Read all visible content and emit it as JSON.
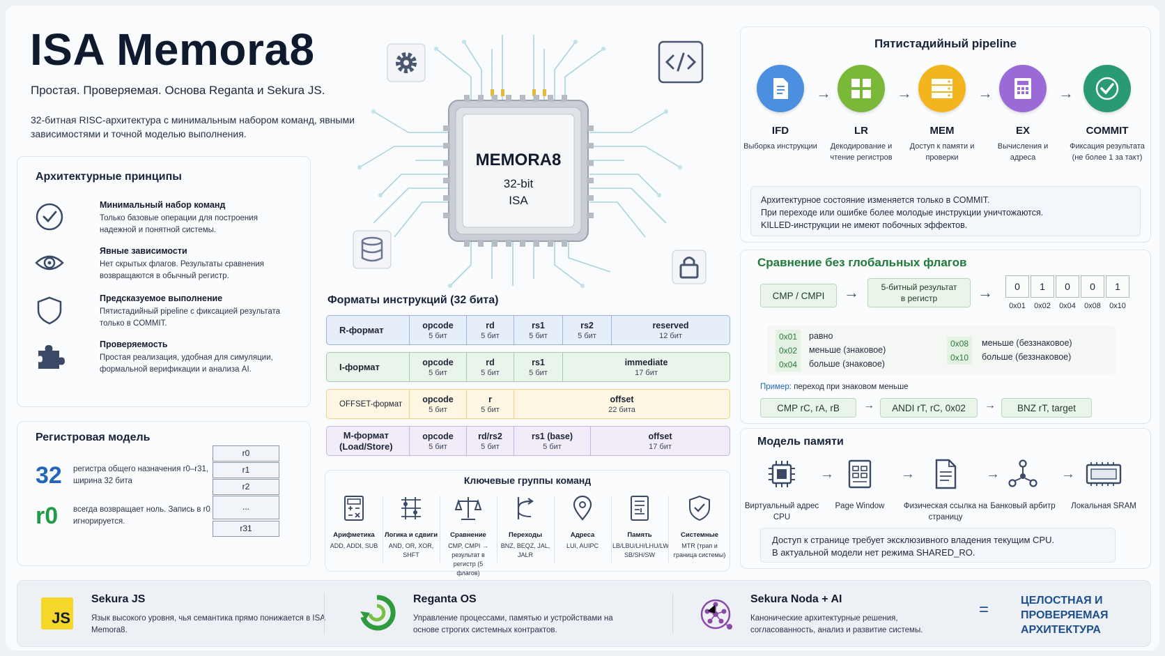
{
  "title": "ISA Memora8",
  "subtitle": "Простая. Проверяемая. Основа Reganta и Sekura JS.",
  "description": "32-битная RISC-архитектура с минимальным набором команд, явными зависимостями и точной моделью выполнения.",
  "principles": {
    "heading": "Архитектурные принципы",
    "items": [
      {
        "icon": "check-circle-icon",
        "title": "Минимальный набор команд",
        "desc": "Только базовые операции для построения надежной и понятной системы."
      },
      {
        "icon": "eye-icon",
        "title": "Явные зависимости",
        "desc": "Нет скрытых флагов. Результаты сравнения возвращаются в обычный регистр."
      },
      {
        "icon": "shield-icon",
        "title": "Предсказуемое выполнение",
        "desc": "Пятистадийный pipeline с фиксацией результата только в COMMIT."
      },
      {
        "icon": "puzzle-icon",
        "title": "Проверяемость",
        "desc": "Простая реализация, удобная для симуляции, формальной верификации и анализа AI."
      }
    ]
  },
  "registers": {
    "heading": "Регистровая модель",
    "count": "32",
    "count_desc": "регистра общего назначения r0–r31, ширина 32 бита",
    "zero": "r0",
    "zero_desc": "всегда возвращает ноль. Запись в r0 игнорируется.",
    "cells": [
      "r0",
      "r1",
      "r2",
      "...",
      "r31"
    ]
  },
  "chip": {
    "name": "MEMORA8",
    "line1": "32-bit",
    "line2": "ISA"
  },
  "formats": {
    "heading": "Форматы инструкций (32 бита)",
    "rows": [
      {
        "label": "R-формат",
        "fields": [
          {
            "n": "opcode",
            "b": "5 бит"
          },
          {
            "n": "rd",
            "b": "5 бит"
          },
          {
            "n": "rs1",
            "b": "5 бит"
          },
          {
            "n": "rs2",
            "b": "5 бит"
          },
          {
            "n": "reserved",
            "b": "12 бит"
          }
        ]
      },
      {
        "label": "I-формат",
        "fields": [
          {
            "n": "opcode",
            "b": "5 бит"
          },
          {
            "n": "rd",
            "b": "5 бит"
          },
          {
            "n": "rs1",
            "b": "5 бит"
          },
          {
            "n": "immediate",
            "b": "17 бит"
          }
        ]
      },
      {
        "label": "OFFSET-формат",
        "fields": [
          {
            "n": "opcode",
            "b": "5 бит"
          },
          {
            "n": "r",
            "b": "5 бит"
          },
          {
            "n": "offset",
            "b": "22 бита"
          }
        ]
      },
      {
        "label": "M-формат\n(Load/Store)",
        "fields": [
          {
            "n": "opcode",
            "b": "5 бит"
          },
          {
            "n": "rd/rs2",
            "b": "5 бит"
          },
          {
            "n": "rs1 (base)",
            "b": "5 бит"
          },
          {
            "n": "offset",
            "b": "17 бит"
          }
        ]
      }
    ]
  },
  "groups": {
    "heading": "Ключевые группы команд",
    "items": [
      {
        "icon": "calculator-icon",
        "title": "Арифметика",
        "desc": "ADD, ADDI, SUB"
      },
      {
        "icon": "logic-icon",
        "title": "Логика и сдвиги",
        "desc": "AND, OR, XOR, SHFT"
      },
      {
        "icon": "scales-icon",
        "title": "Сравнение",
        "desc": "CMP, CMPI → результат в регистр (5 флагов)"
      },
      {
        "icon": "branch-icon",
        "title": "Переходы",
        "desc": "BNZ, BEQZ, JAL, JALR"
      },
      {
        "icon": "location-pin-icon",
        "title": "Адреса",
        "desc": "LUI, AUIPC"
      },
      {
        "icon": "memory-chip-icon",
        "title": "Память",
        "desc": "LB/LBU/LH/LHU/LW SB/SH/SW"
      },
      {
        "icon": "shield-check-icon",
        "title": "Системные",
        "desc": "MTR (трап и граница системы)"
      }
    ]
  },
  "pipeline": {
    "heading": "Пятистадийный pipeline",
    "stages": [
      {
        "icon": "document-icon",
        "name": "IFD",
        "desc": "Выборка инструкции",
        "color": "#4a8fe0"
      },
      {
        "icon": "grid-icon",
        "name": "LR",
        "desc": "Декодирование и чтение регистров",
        "color": "#7ab83a"
      },
      {
        "icon": "server-icon",
        "name": "MEM",
        "desc": "Доступ к памяти и проверки",
        "color": "#f2b51e"
      },
      {
        "icon": "calculator-icon",
        "name": "EX",
        "desc": "Вычисления и адреса",
        "color": "#9a6ad6"
      },
      {
        "icon": "check-icon",
        "name": "COMMIT",
        "desc": "Фиксация результата (не более 1 за такт)",
        "color": "#2a9a72"
      }
    ],
    "note": [
      "Архитектурное состояние изменяется только в COMMIT.",
      "При переходе или ошибке более молодые инструкции уничтожаются.",
      "KILLED-инструкции не имеют побочных эффектов."
    ]
  },
  "compare": {
    "heading": "Сравнение без глобальных флагов",
    "op": "CMP / CMPI",
    "result": "5-битный результат в регистр",
    "bits": [
      "0",
      "1",
      "0",
      "0",
      "1"
    ],
    "bit_labels": [
      "0x01",
      "0x02",
      "0x04",
      "0x08",
      "0x10"
    ],
    "codes_left": [
      {
        "c": "0x01",
        "t": "равно"
      },
      {
        "c": "0x02",
        "t": "меньше (знаковое)"
      },
      {
        "c": "0x04",
        "t": "больше (знаковое)"
      }
    ],
    "codes_right": [
      {
        "c": "0x08",
        "t": "меньше (беззнаковое)"
      },
      {
        "c": "0x10",
        "t": "больше (беззнаковое)"
      }
    ],
    "example_label": "Пример:",
    "example_text": "переход при знаковом меньше",
    "example_steps": [
      "CMP rC, rA, rB",
      "ANDI rT, rC, 0x02",
      "BNZ rT, target"
    ]
  },
  "memory": {
    "heading": "Модель памяти",
    "steps": [
      {
        "icon": "cpu-icon",
        "label": "Виртуальный адрес CPU"
      },
      {
        "icon": "page-window-icon",
        "label": "Page Window"
      },
      {
        "icon": "document-link-icon",
        "label": "Физическая ссылка на страницу"
      },
      {
        "icon": "network-icon",
        "label": "Банковый арбитр"
      },
      {
        "icon": "sram-icon",
        "label": "Локальная SRAM"
      }
    ],
    "note": [
      "Доступ к странице требует эксклюзивного владения текущим CPU.",
      "В актуальной модели нет режима SHARED_RO."
    ]
  },
  "footer": {
    "items": [
      {
        "icon": "js-logo-icon",
        "title": "Sekura JS",
        "desc": "Язык высокого уровня, чья семантика прямо понижается в ISA Memora8."
      },
      {
        "icon": "reganta-logo-icon",
        "title": "Reganta OS",
        "desc": "Управление процессами, памятью и устройствами на основе строгих системных контрактов."
      },
      {
        "icon": "ai-network-icon",
        "title": "Sekura Noda + AI",
        "desc": "Канонические архитектурные решения, согласованность, анализ и развитие системы."
      }
    ],
    "eq": "=",
    "slogan": "ЦЕЛОСТНАЯ И ПРОВЕРЯЕМАЯ АРХИТЕКТУРА",
    "js_text": "JS"
  },
  "colors": {
    "green_title": "#1f7a3a",
    "slogan": "#1d4f8c",
    "r_format": "#4a78c8",
    "i_format": "#5fa86a",
    "offset_format": "#e5b93a",
    "m_format": "#9a7ac8"
  }
}
